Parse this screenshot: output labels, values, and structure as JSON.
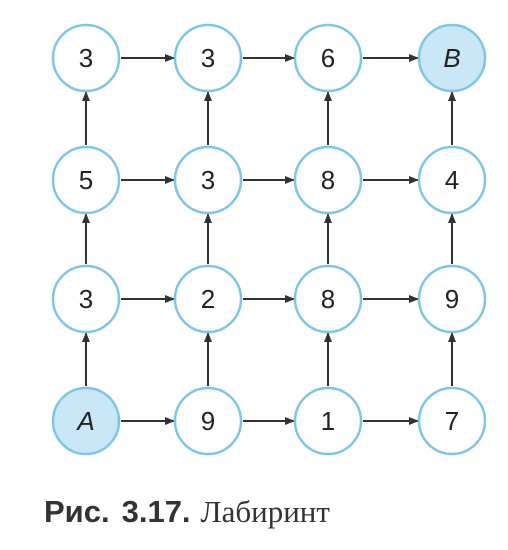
{
  "figure": {
    "label": "Рис.",
    "number": "3.17.",
    "title": "Лабиринт"
  },
  "maze": {
    "colors": {
      "node_stroke": "#7ec6e8",
      "node_fill": "#ffffff",
      "start_end_fill": "#c9e7f6",
      "arrow": "#333333",
      "text": "#222222"
    },
    "rows": [
      [
        "3",
        "3",
        "6",
        "B"
      ],
      [
        "5",
        "3",
        "8",
        "4"
      ],
      [
        "3",
        "2",
        "8",
        "9"
      ],
      [
        "A",
        "9",
        "1",
        "7"
      ]
    ],
    "special": {
      "start": "A",
      "end": "B"
    },
    "edges": [
      {
        "from": [
          3,
          0
        ],
        "to": [
          3,
          1
        ]
      },
      {
        "from": [
          3,
          1
        ],
        "to": [
          3,
          2
        ]
      },
      {
        "from": [
          3,
          2
        ],
        "to": [
          3,
          3
        ]
      },
      {
        "from": [
          2,
          0
        ],
        "to": [
          2,
          1
        ]
      },
      {
        "from": [
          2,
          1
        ],
        "to": [
          2,
          2
        ]
      },
      {
        "from": [
          2,
          2
        ],
        "to": [
          2,
          3
        ]
      },
      {
        "from": [
          1,
          0
        ],
        "to": [
          1,
          1
        ]
      },
      {
        "from": [
          1,
          1
        ],
        "to": [
          1,
          2
        ]
      },
      {
        "from": [
          1,
          2
        ],
        "to": [
          1,
          3
        ]
      },
      {
        "from": [
          0,
          0
        ],
        "to": [
          0,
          1
        ]
      },
      {
        "from": [
          0,
          1
        ],
        "to": [
          0,
          2
        ]
      },
      {
        "from": [
          0,
          2
        ],
        "to": [
          0,
          3
        ]
      },
      {
        "from": [
          3,
          0
        ],
        "to": [
          2,
          0
        ]
      },
      {
        "from": [
          2,
          0
        ],
        "to": [
          1,
          0
        ]
      },
      {
        "from": [
          1,
          0
        ],
        "to": [
          0,
          0
        ]
      },
      {
        "from": [
          3,
          1
        ],
        "to": [
          2,
          1
        ]
      },
      {
        "from": [
          2,
          1
        ],
        "to": [
          1,
          1
        ]
      },
      {
        "from": [
          1,
          1
        ],
        "to": [
          0,
          1
        ]
      },
      {
        "from": [
          3,
          2
        ],
        "to": [
          2,
          2
        ]
      },
      {
        "from": [
          2,
          2
        ],
        "to": [
          1,
          2
        ]
      },
      {
        "from": [
          1,
          2
        ],
        "to": [
          0,
          2
        ]
      },
      {
        "from": [
          3,
          3
        ],
        "to": [
          2,
          3
        ]
      },
      {
        "from": [
          2,
          3
        ],
        "to": [
          1,
          3
        ]
      },
      {
        "from": [
          1,
          3
        ],
        "to": [
          0,
          3
        ]
      }
    ]
  }
}
